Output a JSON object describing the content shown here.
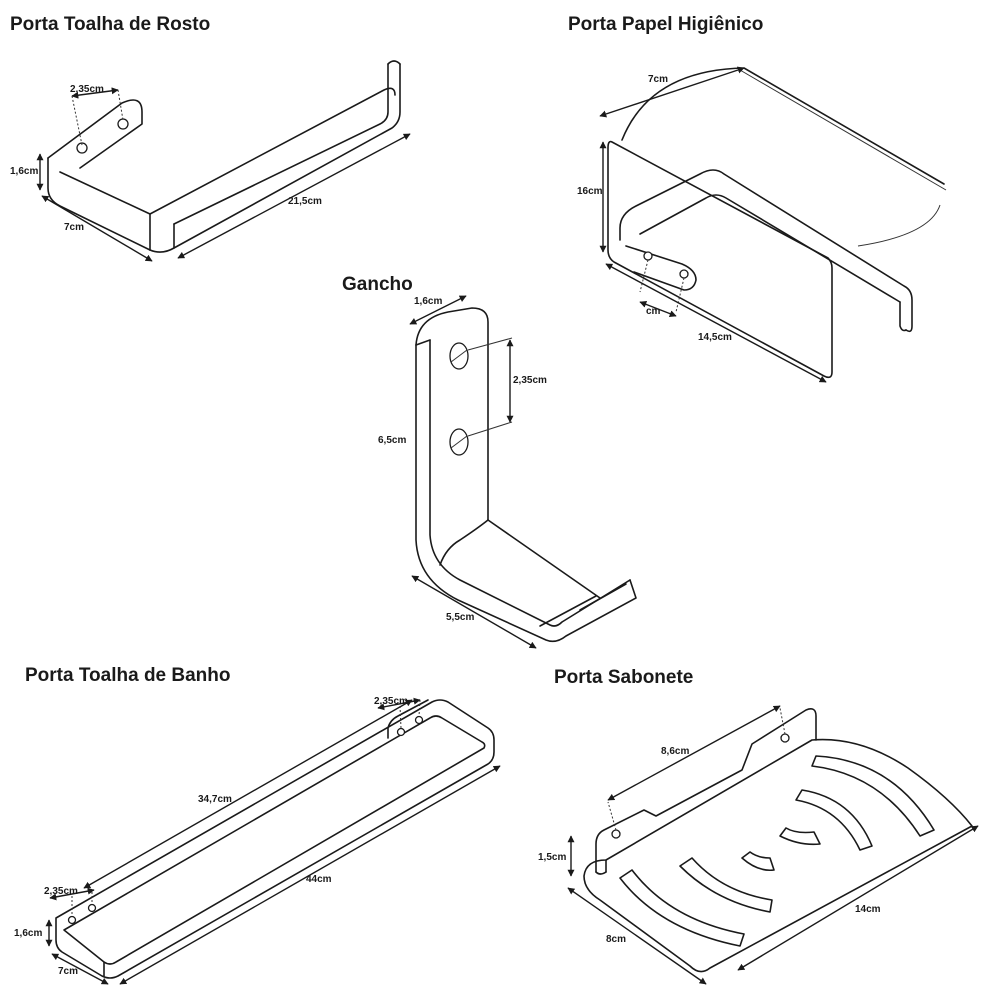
{
  "products": {
    "rosto": {
      "title": "Porta Toalha de Rosto",
      "d1": "2,35cm",
      "d2": "1,6cm",
      "d3": "7cm",
      "d4": "21,5cm"
    },
    "papel": {
      "title": "Porta Papel Higiênico",
      "d1": "7cm",
      "d2": "16cm",
      "d3": "cm",
      "d4": "14,5cm"
    },
    "gancho": {
      "title": "Gancho",
      "d1": "1,6cm",
      "d2": "2,35cm",
      "d3": "6,5cm",
      "d4": "5,5cm"
    },
    "banho": {
      "title": "Porta Toalha de Banho",
      "d1": "2,35cm",
      "d2": "34,7cm",
      "d3": "44cm",
      "d4": "2,35cm",
      "d5": "1,6cm",
      "d6": "7cm"
    },
    "sabonete": {
      "title": "Porta Sabonete",
      "d1": "8,6cm",
      "d2": "1,5cm",
      "d3": "14cm",
      "d4": "8cm"
    }
  }
}
